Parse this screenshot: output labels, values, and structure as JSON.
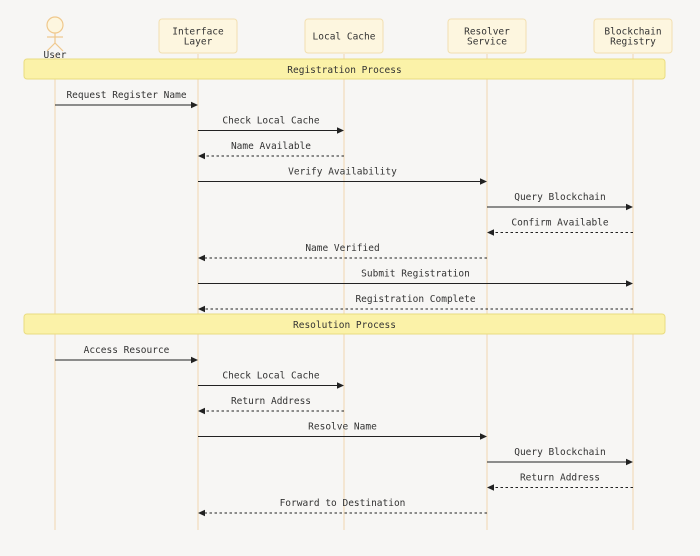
{
  "participants": [
    {
      "id": "user",
      "kind": "actor",
      "label": [
        "User"
      ]
    },
    {
      "id": "iface",
      "kind": "box",
      "label": [
        "Interface",
        "Layer"
      ]
    },
    {
      "id": "cache",
      "kind": "box",
      "label": [
        "Local Cache"
      ]
    },
    {
      "id": "resolver",
      "kind": "box",
      "label": [
        "Resolver",
        "Service"
      ]
    },
    {
      "id": "chain",
      "kind": "box",
      "label": [
        "Blockchain",
        "Registry"
      ]
    }
  ],
  "sections": [
    {
      "title": "Registration Process",
      "messages": [
        {
          "from": "user",
          "to": "iface",
          "label": "Request Register Name",
          "style": "solid"
        },
        {
          "from": "iface",
          "to": "cache",
          "label": "Check Local Cache",
          "style": "solid"
        },
        {
          "from": "cache",
          "to": "iface",
          "label": "Name Available",
          "style": "dashed"
        },
        {
          "from": "iface",
          "to": "resolver",
          "label": "Verify Availability",
          "style": "solid"
        },
        {
          "from": "resolver",
          "to": "chain",
          "label": "Query Blockchain",
          "style": "solid"
        },
        {
          "from": "chain",
          "to": "resolver",
          "label": "Confirm Available",
          "style": "dashed"
        },
        {
          "from": "resolver",
          "to": "iface",
          "label": "Name Verified",
          "style": "dashed"
        },
        {
          "from": "iface",
          "to": "chain",
          "label": "Submit Registration",
          "style": "solid"
        },
        {
          "from": "chain",
          "to": "iface",
          "label": "Registration Complete",
          "style": "dashed"
        }
      ]
    },
    {
      "title": "Resolution Process",
      "messages": [
        {
          "from": "user",
          "to": "iface",
          "label": "Access Resource",
          "style": "solid"
        },
        {
          "from": "iface",
          "to": "cache",
          "label": "Check Local Cache",
          "style": "solid"
        },
        {
          "from": "cache",
          "to": "iface",
          "label": "Return Address",
          "style": "dashed"
        },
        {
          "from": "iface",
          "to": "resolver",
          "label": "Resolve Name",
          "style": "solid"
        },
        {
          "from": "resolver",
          "to": "chain",
          "label": "Query Blockchain",
          "style": "solid"
        },
        {
          "from": "chain",
          "to": "resolver",
          "label": "Return Address",
          "style": "dashed"
        },
        {
          "from": "resolver",
          "to": "iface",
          "label": "Forward to Destination",
          "style": "dashed"
        }
      ]
    }
  ]
}
